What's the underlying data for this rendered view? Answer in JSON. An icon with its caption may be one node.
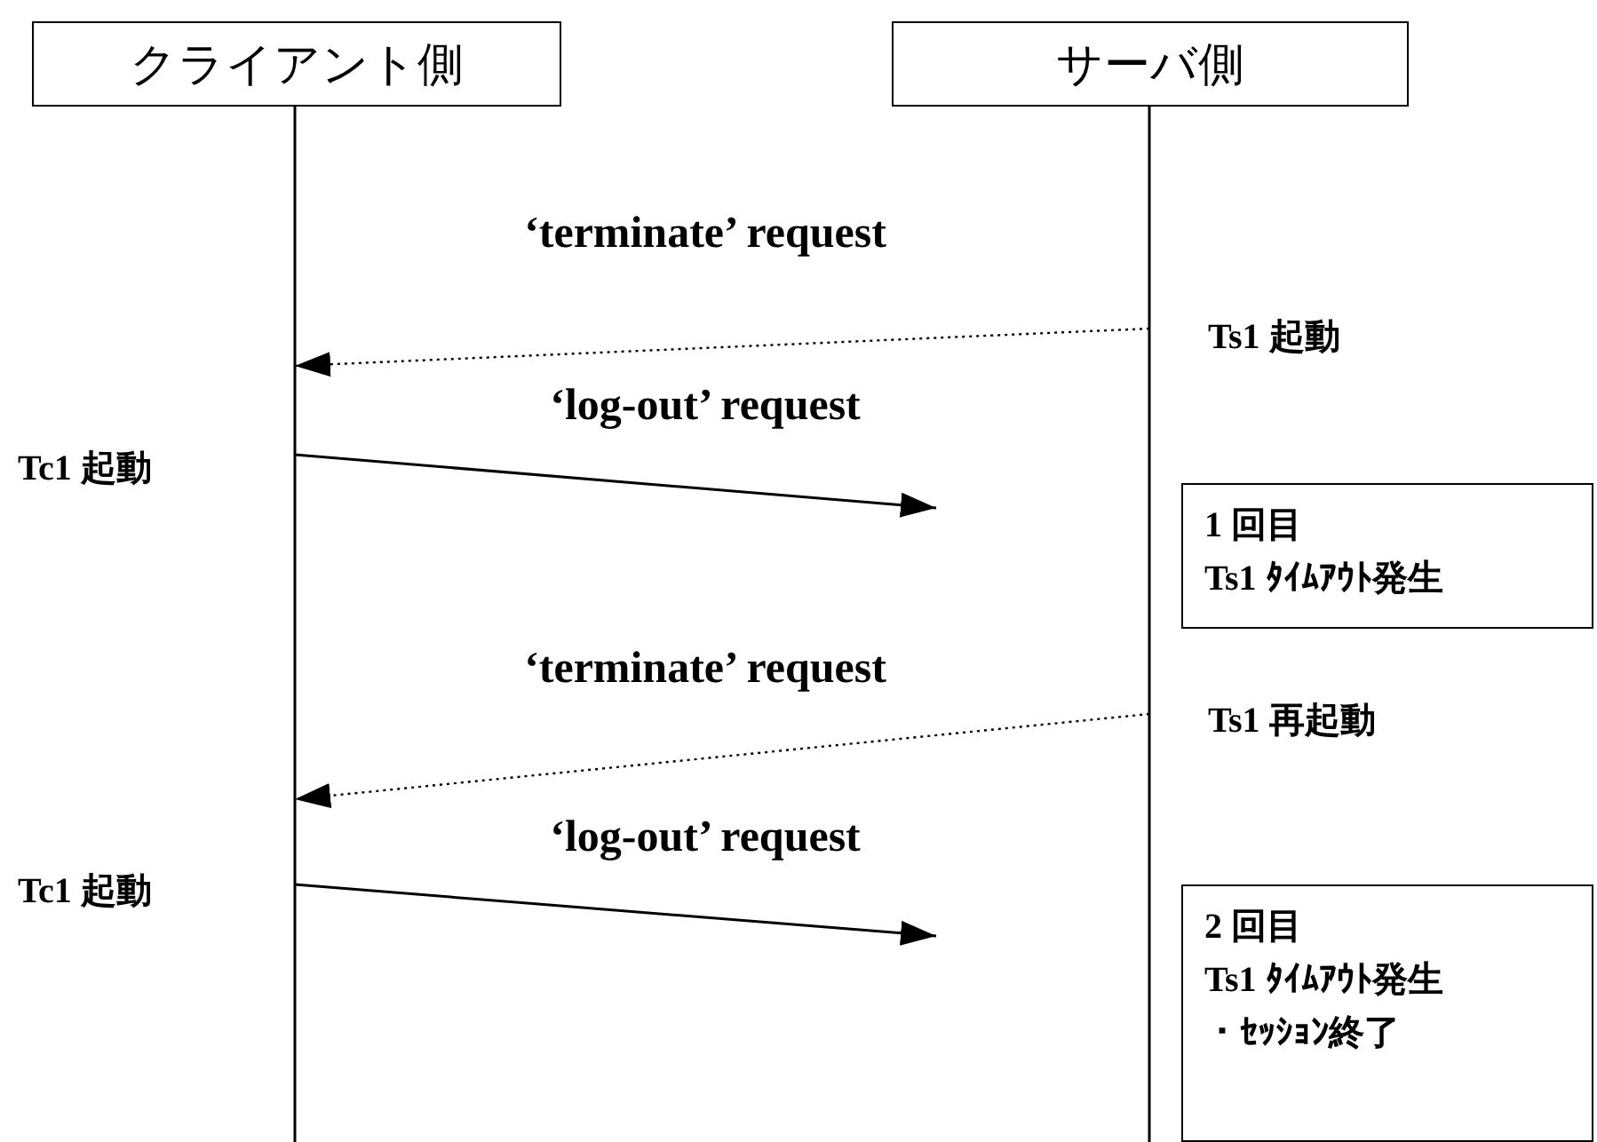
{
  "diagram": {
    "nodes": [
      {
        "text": [
          "クライアント側"
        ]
      },
      {
        "text": [
          "サーバ側"
        ]
      },
      {
        "text": [
          "1 回目",
          "Ts1 ﾀｲﾑｱｳﾄ発生"
        ]
      },
      {
        "text": [
          "2 回目",
          "Ts1 ﾀｲﾑｱｳﾄ発生",
          "・ｾｯｼｮﾝ終了"
        ]
      }
    ],
    "edges": [
      {
        "from": 1,
        "to": 0,
        "arrow": "to",
        "label": "‘terminate’ request",
        "style": "dashed"
      },
      {
        "from": 0,
        "to": 1,
        "arrow": "to",
        "label": "‘log-out’ request"
      },
      {
        "from": 1,
        "to": 0,
        "arrow": "to",
        "label": "‘terminate’ request",
        "style": "dashed"
      },
      {
        "from": 0,
        "to": 1,
        "arrow": "to",
        "label": "‘log-out’ request"
      }
    ],
    "labels": [
      "Ts1 起動",
      "Tc1 起動",
      "Ts1 再起動",
      "Tc1 起動"
    ]
  }
}
